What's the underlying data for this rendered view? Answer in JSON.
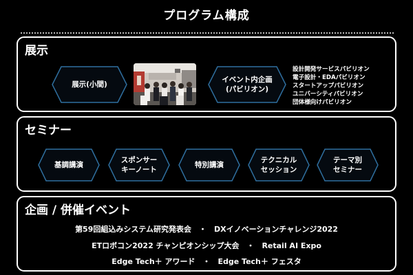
{
  "title": "プログラム構成",
  "colors": {
    "background": "#000000",
    "border": "#ffffff",
    "hex_border": "#2f6f9f",
    "text": "#ffffff"
  },
  "exhibition": {
    "heading": "展示",
    "hex_small": "展示(小間)",
    "hex_event": "イベント内企画\n(パビリオン)",
    "pavilions": [
      "設計開発サービスパビリオン",
      "電子設計・EDAパビリオン",
      "スタートアップパビリオン",
      "ユニバーシティパビリオン",
      "団体様向けパビリオン"
    ]
  },
  "seminar": {
    "heading": "セミナー",
    "items": [
      "基調講演",
      "スポンサー\nキーノート",
      "特別講演",
      "テクニカル\nセッション",
      "テーマ別\nセミナー"
    ]
  },
  "events": {
    "heading": "企画 / 併催イベント",
    "lines": [
      "第59回組込みシステム研究発表会　・　DXイノベーションチャレンジ2022",
      "ETロボコン2022 チャンピオンシップ大会　・　Retail AI Expo",
      "Edge Tech＋ アワード　・　Edge Tech＋ フェスタ"
    ]
  }
}
